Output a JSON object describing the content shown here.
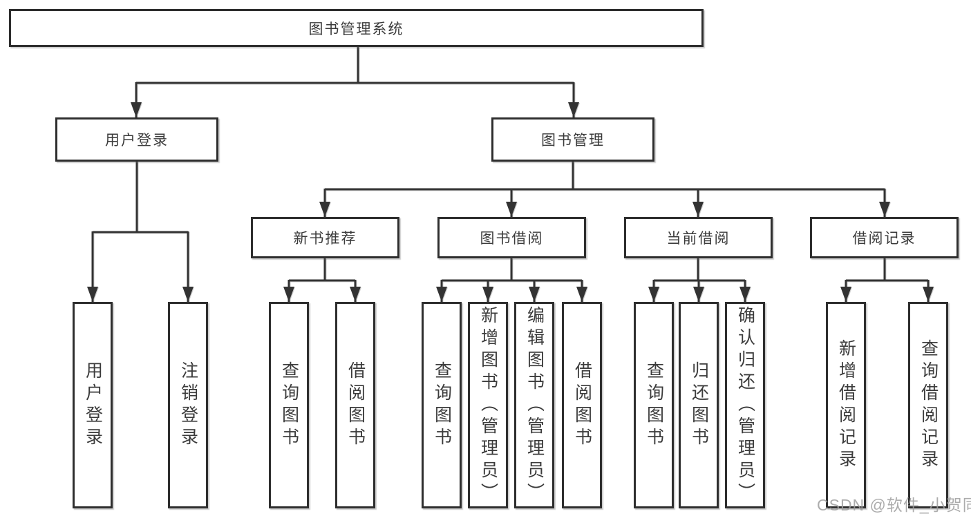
{
  "tree": {
    "label": "图书管理系统",
    "children": [
      {
        "label": "用户登录",
        "children": [
          {
            "label": "用户登录"
          },
          {
            "label": "注销登录"
          }
        ]
      },
      {
        "label": "图书管理",
        "children": [
          {
            "label": "新书推荐",
            "children": [
              {
                "label": "查询图书"
              },
              {
                "label": "借阅图书"
              }
            ]
          },
          {
            "label": "图书借阅",
            "children": [
              {
                "label": "查询图书"
              },
              {
                "label": "新增图书（管理员）"
              },
              {
                "label": "编辑图书（管理员）"
              },
              {
                "label": "借阅图书"
              }
            ]
          },
          {
            "label": "当前借阅",
            "children": [
              {
                "label": "查询图书"
              },
              {
                "label": "归还图书"
              },
              {
                "label": "确认归还（管理员）"
              }
            ]
          },
          {
            "label": "借阅记录",
            "children": [
              {
                "label": "新增借阅记录"
              },
              {
                "label": "查询借阅记录"
              }
            ]
          }
        ]
      }
    ]
  },
  "watermark": "CSDN @软件_小贺同学",
  "colors": {
    "line": "#333333",
    "box_border": "#2e2e2e",
    "box_fill": "#ffffff",
    "text": "#3b3b3b",
    "watermark": "#9e9e9e"
  }
}
